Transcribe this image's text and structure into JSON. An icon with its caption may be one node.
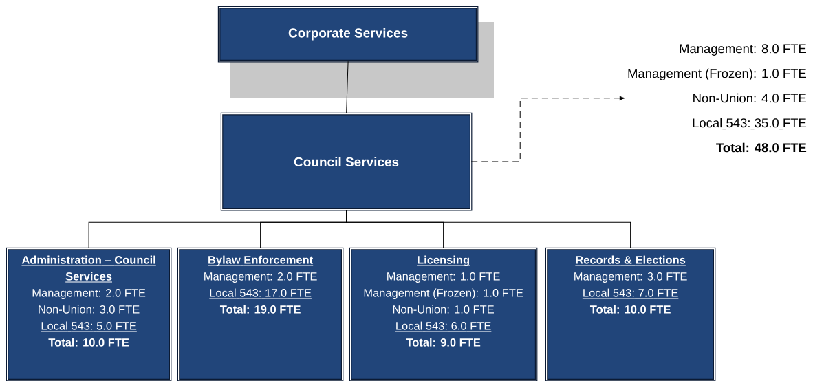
{
  "diagram": {
    "nodes": [
      {
        "text": [
          "Corporate Services"
        ]
      },
      {
        "text": [
          "Council Services"
        ]
      },
      {
        "text": [
          "Management: 8.0 FTE",
          "Management (Frozen): 1.0 FTE",
          "Non-Union: 4.0 FTE",
          "Local 543: 35.0 FTE",
          "Total: 48.0 FTE"
        ]
      },
      {
        "text": [
          "Administration – Council Services",
          "Management: 2.0 FTE",
          "Non-Union: 3.0 FTE",
          "Local 543: 5.0 FTE",
          "Total: 10.0 FTE"
        ]
      },
      {
        "text": [
          "Bylaw Enforcement",
          "Management: 2.0 FTE",
          "Local 543: 17.0 FTE",
          "Total: 19.0 FTE"
        ]
      },
      {
        "text": [
          "Licensing",
          "Management: 1.0 FTE",
          "Management (Frozen): 1.0 FTE",
          "Non-Union: 1.0 FTE",
          "Local 543: 6.0 FTE",
          "Total: 9.0 FTE"
        ]
      },
      {
        "text": [
          "Records & Elections",
          "Management: 3.0 FTE",
          "Local 543: 7.0 FTE",
          "Total: 10.0 FTE"
        ]
      }
    ],
    "edges": [
      {
        "from": 0,
        "to": 1,
        "arrow": "none"
      },
      {
        "from": 1,
        "to": 2,
        "arrow": "to",
        "style": "dashed"
      },
      {
        "from": 1,
        "to": 3,
        "arrow": "none"
      },
      {
        "from": 1,
        "to": 4,
        "arrow": "none"
      },
      {
        "from": 1,
        "to": 5,
        "arrow": "none"
      },
      {
        "from": 1,
        "to": 6,
        "arrow": "none"
      }
    ]
  }
}
